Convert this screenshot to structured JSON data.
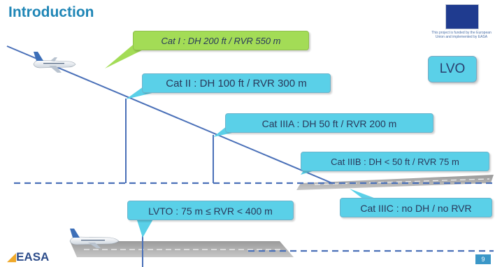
{
  "header": {
    "title": "Introduction"
  },
  "eu_notice": {
    "caption": "This project is funded by the European Union and implemented by EASA"
  },
  "badge": {
    "label": "LVO"
  },
  "callouts": {
    "cat1": "Cat I : DH 200  ft  / RVR 550 m",
    "cat2": "Cat II : DH 100  ft  / RVR 300 m",
    "cat3a": "Cat IIIA : DH 50 ft  / RVR 200 m",
    "cat3b": "Cat IIIB : DH < 50 ft / RVR 75 m",
    "cat3c": "Cat IIIC : no DH / no RVR",
    "lvto": "LVTO : 75 m ≤ RVR < 400 m"
  },
  "footer": {
    "logo_text": "EASA",
    "page_number": "9"
  },
  "colors": {
    "title": "#1f86b6",
    "callout_cyan": "#5ad0e8",
    "callout_green": "#a3dc56",
    "line_blue": "#4a70b8"
  }
}
